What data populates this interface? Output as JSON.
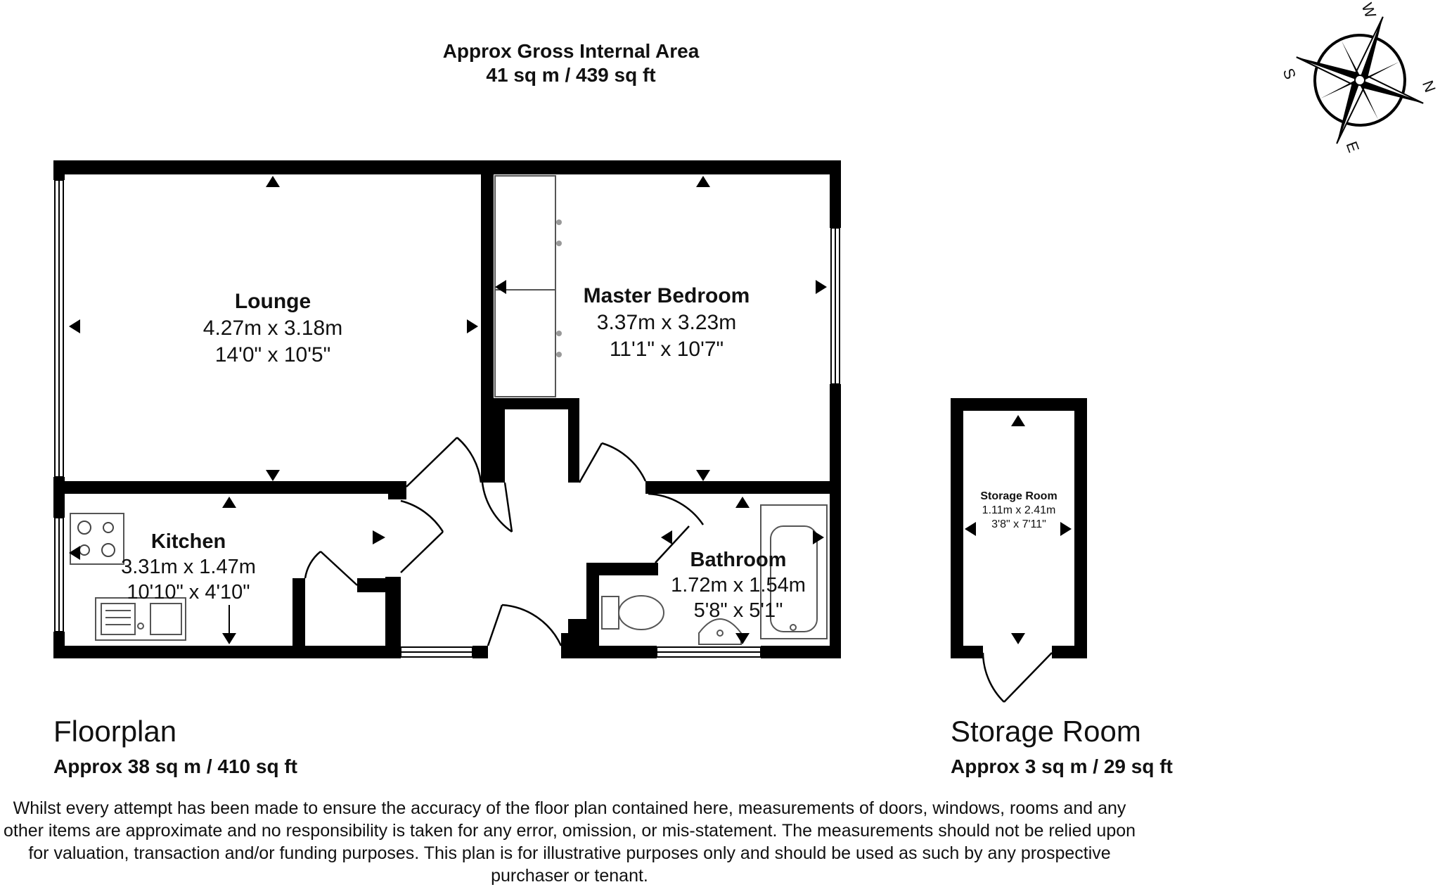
{
  "header": {
    "title": "Approx Gross Internal Area",
    "area": "41 sq m / 439 sq ft"
  },
  "compass": {
    "labels": [
      "W",
      "N",
      "E",
      "S"
    ]
  },
  "rooms": [
    {
      "name": "Lounge",
      "metric": "4.27m x 3.18m",
      "imperial": "14'0\" x 10'5\""
    },
    {
      "name": "Master Bedroom",
      "metric": "3.37m x 3.23m",
      "imperial": "11'1\" x 10'7\""
    },
    {
      "name": "Kitchen",
      "metric": "3.31m x 1.47m",
      "imperial": "10'10\" x 4'10\""
    },
    {
      "name": "Bathroom",
      "metric": "1.72m x 1.54m",
      "imperial": "5'8\" x 5'1\""
    },
    {
      "name": "Storage Room",
      "metric": "1.11m x 2.41m",
      "imperial": "3'8\" x 7'11\""
    }
  ],
  "floors": [
    {
      "title": "Floorplan",
      "area": "Approx 38 sq m / 410 sq ft"
    },
    {
      "title": "Storage Room",
      "area": "Approx 3 sq m / 29 sq ft"
    }
  ],
  "disclaimer": "Whilst every attempt has been made to ensure the accuracy of the floor plan contained here, measurements of doors, windows, rooms and any other items are approximate and no responsibility is taken for any error, omission, or mis-statement. The measurements should not be relied upon for valuation, transaction and/or funding purposes. This plan is for illustrative purposes only and should be used as such by any prospective purchaser or tenant."
}
